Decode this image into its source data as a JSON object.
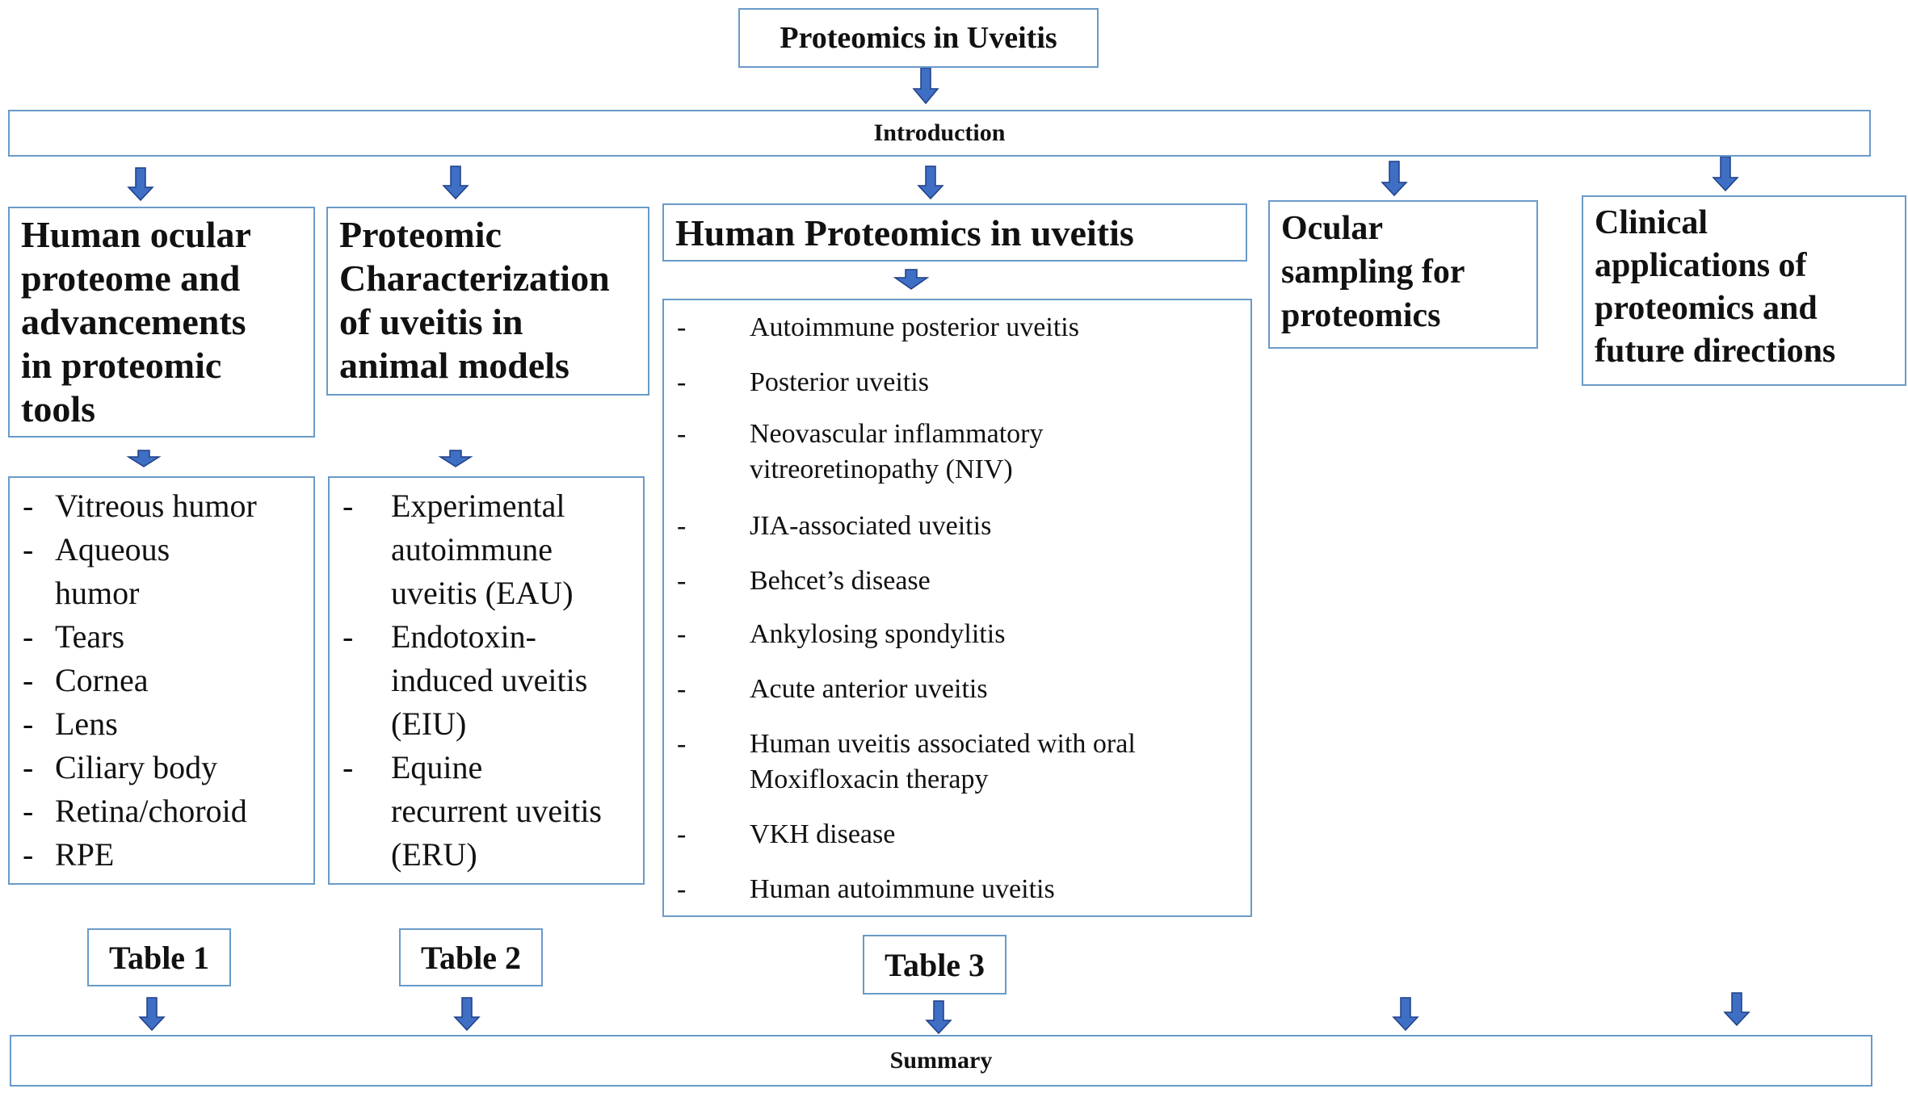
{
  "title": "Proteomics in Uveitis",
  "introduction": "Introduction",
  "summary": "Summary",
  "columns": {
    "human_ocular": {
      "heading": "Human ocular\nproteome and\nadvancements\nin proteomic\ntools",
      "items": [
        "Vitreous humor",
        "Aqueous\nhumor",
        "Tears",
        "Cornea",
        "Lens",
        "Ciliary body",
        "Retina/choroid",
        "RPE"
      ],
      "table_label": "Table 1"
    },
    "animal_models": {
      "heading": "Proteomic\nCharacterization\nof uveitis in\nanimal models",
      "items": [
        "Experimental\nautoimmune\nuveitis (EAU)",
        "Endotoxin-\ninduced uveitis\n(EIU)",
        "Equine\nrecurrent uveitis\n(ERU)"
      ],
      "table_label": "Table 2"
    },
    "human_proteomics": {
      "heading": "Human Proteomics in uveitis",
      "items": [
        "Autoimmune posterior uveitis",
        "Posterior uveitis",
        "Neovascular inflammatory\nvitreoretinopathy (NIV)",
        "JIA-associated uveitis",
        "Behcet’s disease",
        "Ankylosing spondylitis",
        "Acute anterior uveitis",
        "Human uveitis associated with oral\nMoxifloxacin therapy",
        "VKH disease",
        "Human autoimmune uveitis"
      ],
      "table_label": "Table 3"
    },
    "ocular_sampling": {
      "heading": "Ocular\nsampling for\nproteomics"
    },
    "clinical": {
      "heading": "Clinical\napplications of\nproteomics and\nfuture directions"
    }
  },
  "list_marker": "-",
  "colors": {
    "border": "#6a9ac9",
    "arrow": "#3f6fc4",
    "arrow_outline": "#1f3f86"
  }
}
